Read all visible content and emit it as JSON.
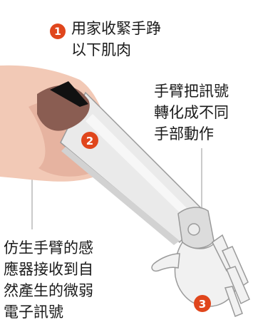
{
  "callouts": [
    {
      "number": "1",
      "lines": [
        "用家收緊手踭",
        "以下肌肉"
      ]
    },
    {
      "number": "2",
      "lines": [
        "仿生手臂的感",
        "應器接收到自",
        "然產生的微弱",
        "電子訊號"
      ]
    },
    {
      "number": "3",
      "lines": [
        "手臂把訊號",
        "轉化成不同",
        "手部動作"
      ]
    }
  ],
  "colors": {
    "badge": "#e0461c",
    "skin": "#f2c9b6",
    "sensor_dark": "#8a5d52",
    "sensor_black": "#111111",
    "prosthetic": "#eaeaea",
    "prosthetic_outline": "#9a9a9a",
    "leader_line": "#b8b8b8"
  }
}
